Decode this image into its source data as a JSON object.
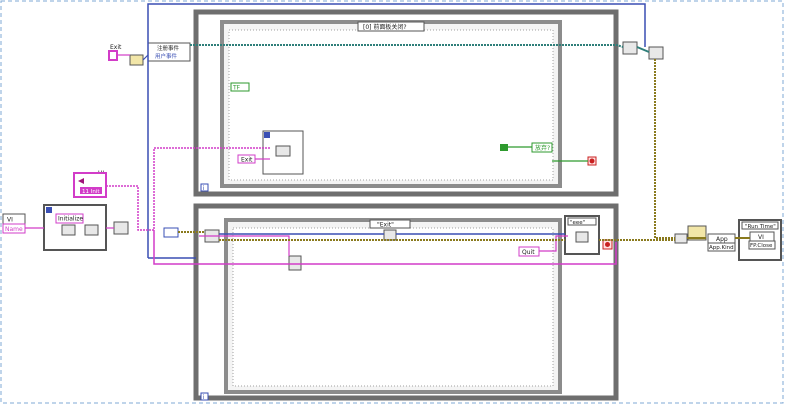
{
  "labels": {
    "exit_const": "Exit",
    "register_events": "注册事件",
    "user_event": "用户事件",
    "event_case": "[0] 前面板关闭?",
    "yes_no": "TF",
    "while_exit": "Exit",
    "init_cluster": "UI",
    "init_inner": "Initialize",
    "init_sub": "11 Init",
    "vi_ref": "VI",
    "vi_name": "Name",
    "queue_case": "\"Exit\"",
    "queue_case2": "\"eee\"",
    "quit_const": "Quit",
    "stop_label": "放弃?",
    "app_label": "App",
    "app_kind": "App.Kind",
    "run_time": "\"Run Time\"",
    "vi_close": "VI",
    "fp_close": "FP.Close",
    "iter_i": "i"
  },
  "colors": {
    "frame_outer": "#6e6e6e",
    "frame_inner": "#8c8c8c",
    "wire_blue": "#3a4fb4",
    "wire_pink": "#d23cc8",
    "wire_teal": "#2f7f7a",
    "wire_olive": "#8a7a1e",
    "wire_green": "#2e9a2e",
    "border_dash": "#7fa9d6"
  }
}
